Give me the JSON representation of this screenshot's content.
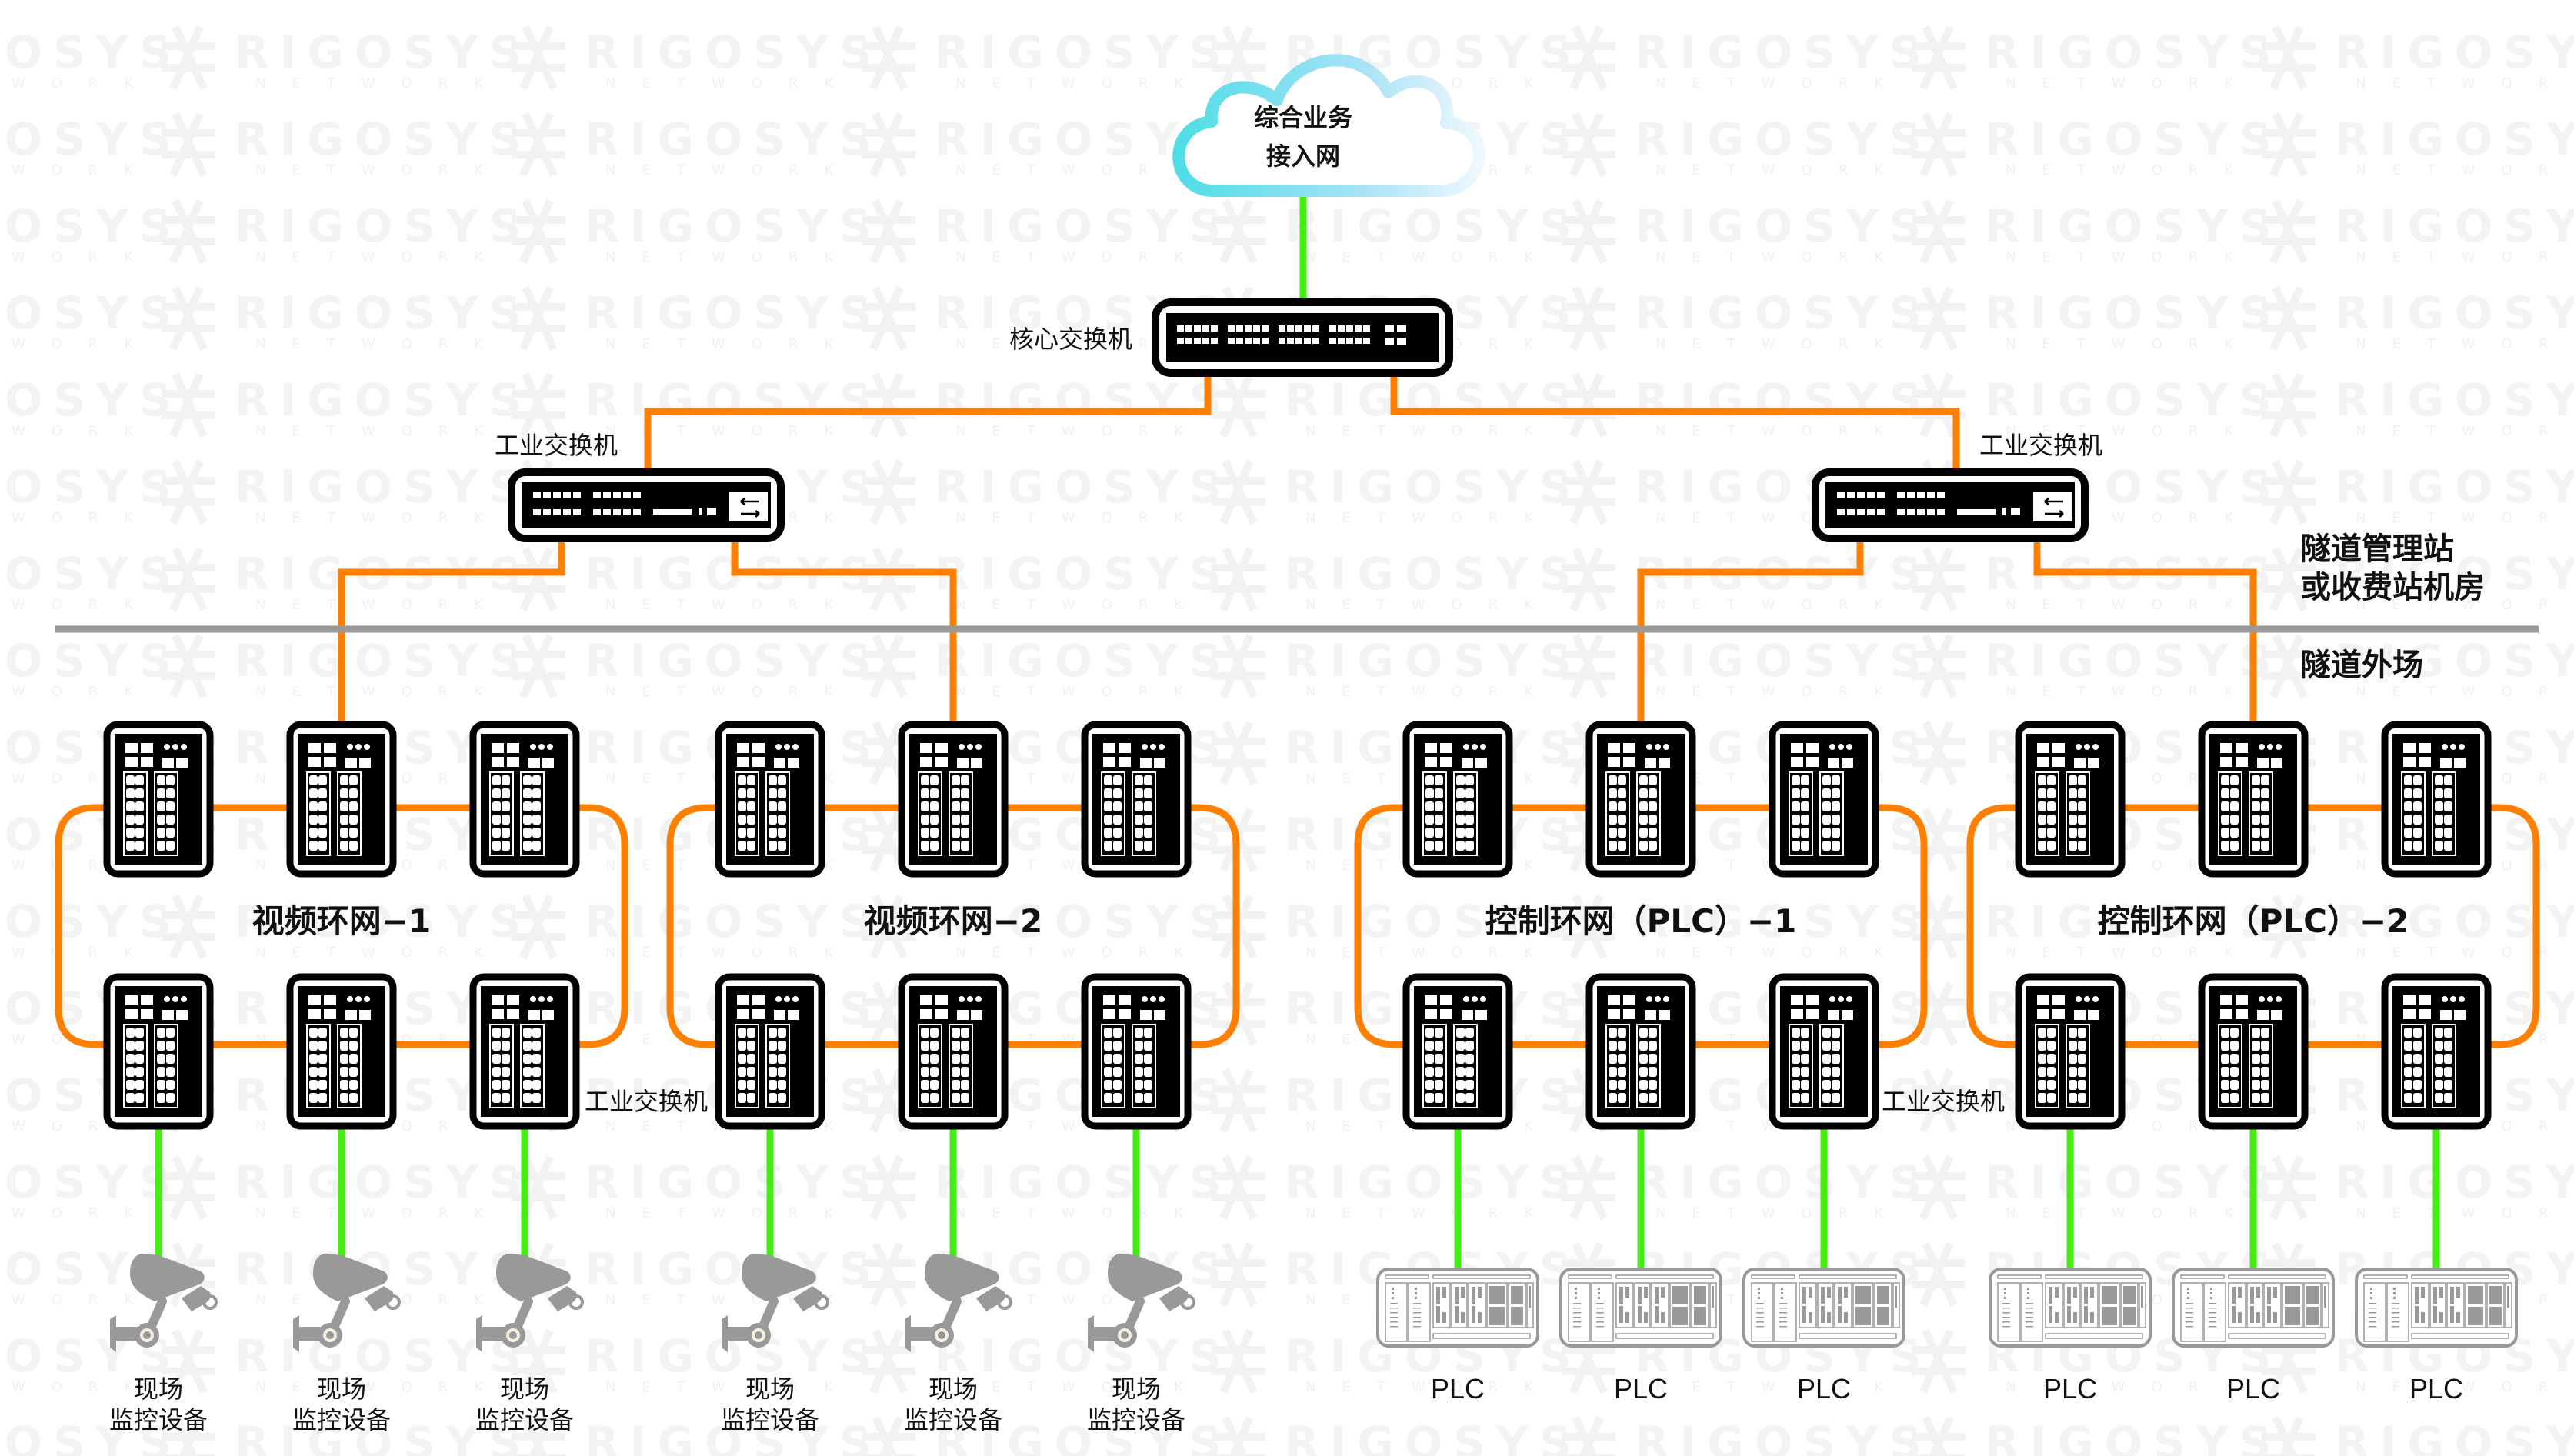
{
  "watermark": {
    "brand": "RIGOSYS",
    "sub": "NETWORK"
  },
  "cloud": {
    "line1": "综合业务",
    "line2": "接入网"
  },
  "core_switch": {
    "label": "核心交换机"
  },
  "aggregation_switches": [
    {
      "label": "工业交换机"
    },
    {
      "label": "工业交换机"
    }
  ],
  "zones": {
    "upper": {
      "line1": "隧道管理站",
      "line2": "或收费站机房"
    },
    "lower": {
      "label": "隧道外场"
    }
  },
  "rings": [
    {
      "label": "视频环网−1",
      "device_type": "camera"
    },
    {
      "label": "视频环网−2",
      "device_type": "camera"
    },
    {
      "label": "控制环网（PLC）−1",
      "device_type": "plc"
    },
    {
      "label": "控制环网（PLC）−2",
      "device_type": "plc"
    }
  ],
  "ring_switch_label": "工业交换机",
  "endpoints": {
    "camera": {
      "line1": "现场",
      "line2": "监控设备"
    },
    "plc": {
      "label": "PLC"
    }
  },
  "colors": {
    "fiber_link": "#ff7f00",
    "access_link": "#44ee11",
    "divider": "#999999",
    "device_dark": "#000000",
    "camera_gray": "#999999",
    "cloud_start": "#55dde8",
    "cloud_end": "#e6f6ff"
  }
}
